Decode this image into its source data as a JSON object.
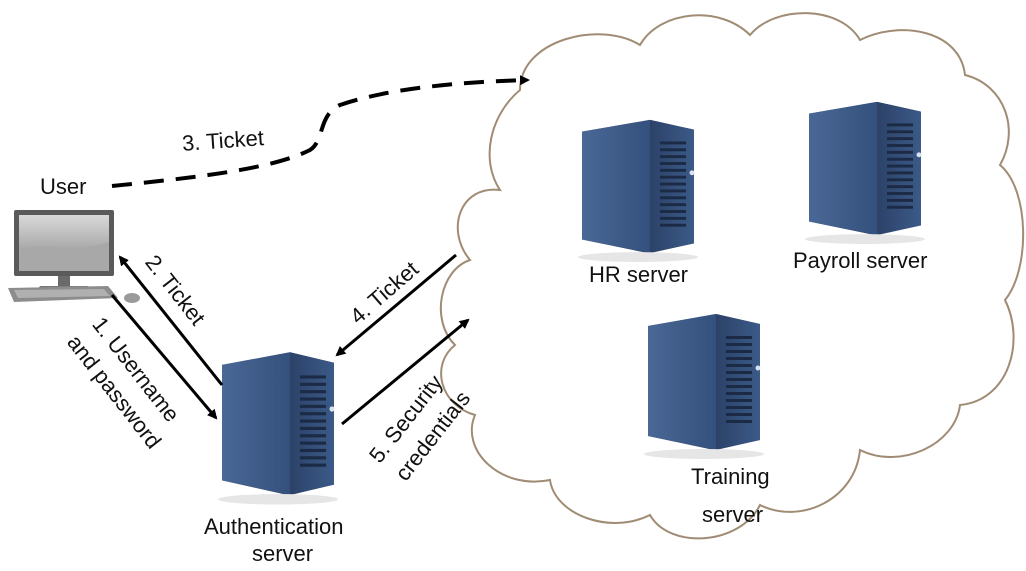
{
  "labels": {
    "user": "User",
    "step1_line1": "1. Username",
    "step1_line2": "and password",
    "step2": "2. Ticket",
    "step3": "3. Ticket",
    "step4": "4. Ticket",
    "step5_line1": "5. Security",
    "step5_line2": "credentials",
    "auth_line1": "Authentication",
    "auth_line2": "server",
    "hr": "HR server",
    "payroll": "Payroll server",
    "training_line1": "Training",
    "training_line2": "server"
  },
  "colors": {
    "server_body": "#3d5a86",
    "server_side": "#2a3f63",
    "cloud_stroke": "#a08c74",
    "arrow": "#000000"
  },
  "icons": [
    "computer-icon",
    "server-icon"
  ]
}
